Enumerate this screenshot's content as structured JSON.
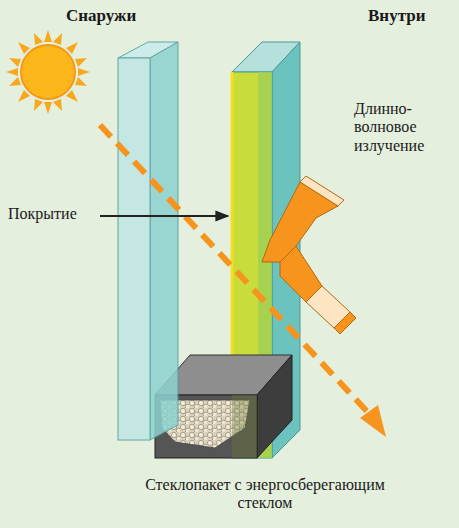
{
  "diagram": {
    "caption": "Стеклопакет с энергосберегающим стеклом",
    "labels": [
      "Снаружи",
      "Внутри",
      "Длинно- волновое излучение",
      "Покрытие"
    ]
  }
}
